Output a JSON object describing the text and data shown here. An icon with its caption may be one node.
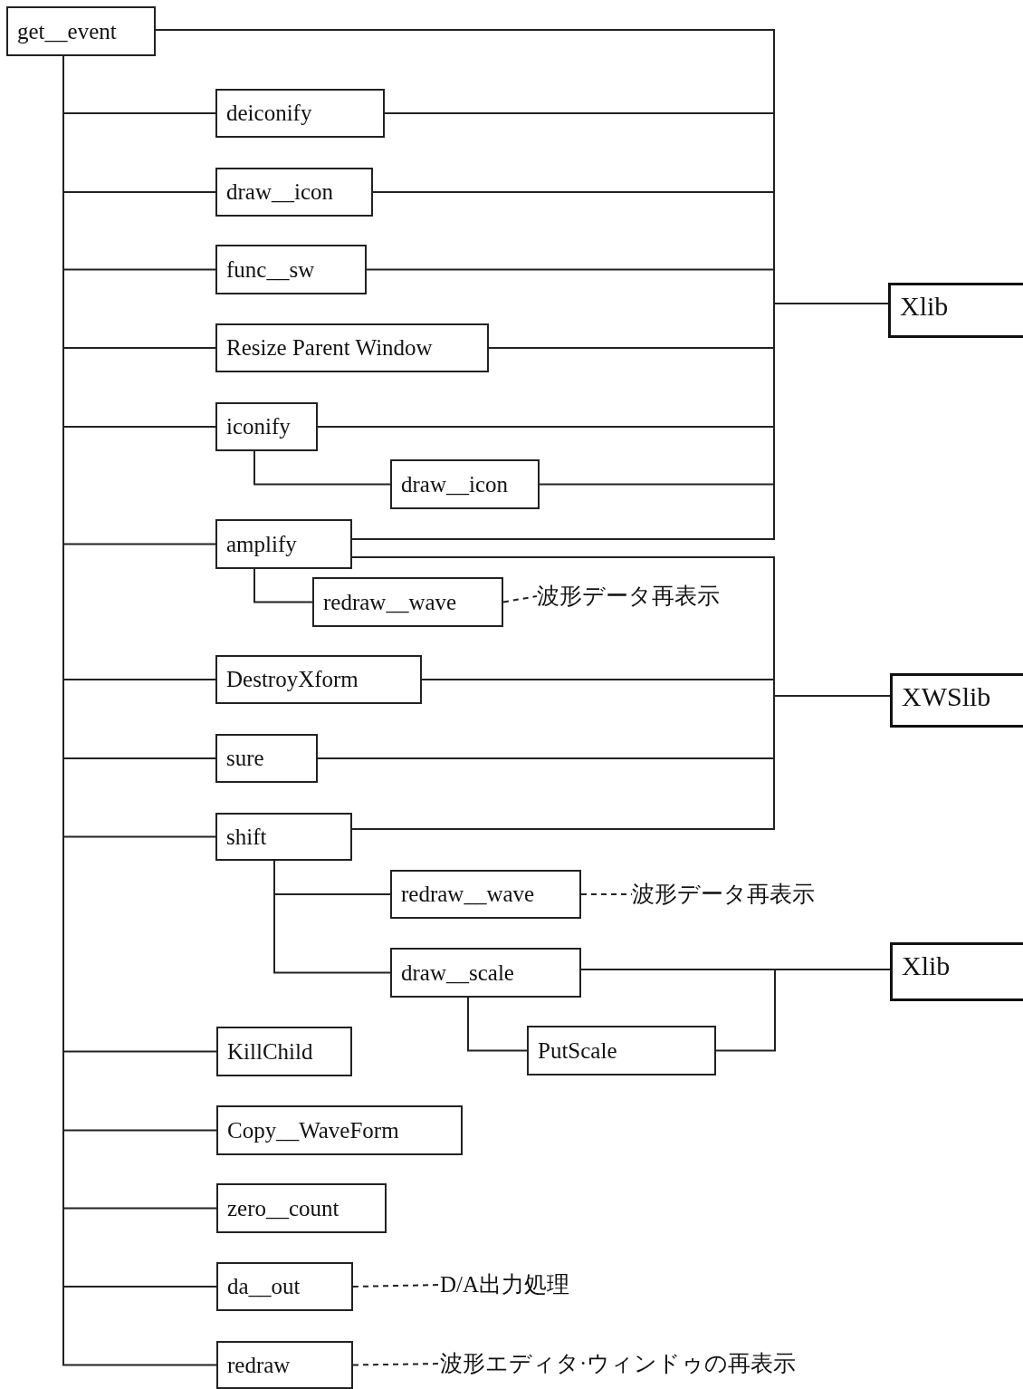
{
  "diagram": {
    "nodes": [
      {
        "text": [
          "get__event"
        ]
      },
      {
        "text": [
          "deiconify"
        ]
      },
      {
        "text": [
          "draw__icon"
        ]
      },
      {
        "text": [
          "func__sw"
        ]
      },
      {
        "text": [
          "Resize Parent Window"
        ]
      },
      {
        "text": [
          "iconify"
        ]
      },
      {
        "text": [
          "draw__icon"
        ]
      },
      {
        "text": [
          "amplify"
        ]
      },
      {
        "text": [
          "redraw__wave"
        ]
      },
      {
        "text": [
          "波形データ再表示"
        ]
      },
      {
        "text": [
          "DestroyXform"
        ]
      },
      {
        "text": [
          "sure"
        ]
      },
      {
        "text": [
          "shift"
        ]
      },
      {
        "text": [
          "redraw__wave"
        ]
      },
      {
        "text": [
          "波形データ再表示"
        ]
      },
      {
        "text": [
          "draw__scale"
        ]
      },
      {
        "text": [
          "PutScale"
        ]
      },
      {
        "text": [
          "KillChild"
        ]
      },
      {
        "text": [
          "Copy__WaveForm"
        ]
      },
      {
        "text": [
          "zero__count"
        ]
      },
      {
        "text": [
          "da__out"
        ]
      },
      {
        "text": [
          "D/A出力処理"
        ]
      },
      {
        "text": [
          "redraw"
        ]
      },
      {
        "text": [
          "波形エディタ·ウィンドゥの再表示"
        ]
      },
      {
        "text": [
          "Xlib"
        ]
      },
      {
        "text": [
          "XWSlib"
        ]
      },
      {
        "text": [
          "Xlib"
        ]
      }
    ],
    "edges": [
      {
        "from": 0,
        "to": 1,
        "arrow": "none"
      },
      {
        "from": 0,
        "to": 2,
        "arrow": "none"
      },
      {
        "from": 0,
        "to": 3,
        "arrow": "none"
      },
      {
        "from": 0,
        "to": 4,
        "arrow": "none"
      },
      {
        "from": 0,
        "to": 5,
        "arrow": "none"
      },
      {
        "from": 5,
        "to": 6,
        "arrow": "none"
      },
      {
        "from": 0,
        "to": 7,
        "arrow": "none"
      },
      {
        "from": 7,
        "to": 8,
        "arrow": "none"
      },
      {
        "from": 8,
        "to": 9,
        "arrow": "none",
        "style": "dashed"
      },
      {
        "from": 0,
        "to": 10,
        "arrow": "none"
      },
      {
        "from": 0,
        "to": 11,
        "arrow": "none"
      },
      {
        "from": 0,
        "to": 12,
        "arrow": "none"
      },
      {
        "from": 12,
        "to": 13,
        "arrow": "none"
      },
      {
        "from": 13,
        "to": 14,
        "arrow": "none",
        "style": "dashed"
      },
      {
        "from": 12,
        "to": 15,
        "arrow": "none"
      },
      {
        "from": 15,
        "to": 16,
        "arrow": "none"
      },
      {
        "from": 0,
        "to": 17,
        "arrow": "none"
      },
      {
        "from": 0,
        "to": 18,
        "arrow": "none"
      },
      {
        "from": 0,
        "to": 19,
        "arrow": "none"
      },
      {
        "from": 0,
        "to": 20,
        "arrow": "none"
      },
      {
        "from": 20,
        "to": 21,
        "arrow": "none",
        "style": "dashed"
      },
      {
        "from": 0,
        "to": 22,
        "arrow": "none"
      },
      {
        "from": 22,
        "to": 23,
        "arrow": "none",
        "style": "dashed"
      },
      {
        "from": 0,
        "to": 24,
        "arrow": "none"
      },
      {
        "from": 1,
        "to": 24,
        "arrow": "none"
      },
      {
        "from": 2,
        "to": 24,
        "arrow": "none"
      },
      {
        "from": 3,
        "to": 24,
        "arrow": "none"
      },
      {
        "from": 4,
        "to": 24,
        "arrow": "none"
      },
      {
        "from": 5,
        "to": 24,
        "arrow": "none"
      },
      {
        "from": 6,
        "to": 24,
        "arrow": "none"
      },
      {
        "from": 7,
        "to": 24,
        "arrow": "none"
      },
      {
        "from": 7,
        "to": 25,
        "arrow": "none"
      },
      {
        "from": 10,
        "to": 25,
        "arrow": "none"
      },
      {
        "from": 11,
        "to": 25,
        "arrow": "none"
      },
      {
        "from": 12,
        "to": 25,
        "arrow": "none"
      },
      {
        "from": 15,
        "to": 26,
        "arrow": "none"
      },
      {
        "from": 16,
        "to": 26,
        "arrow": "none"
      }
    ]
  }
}
